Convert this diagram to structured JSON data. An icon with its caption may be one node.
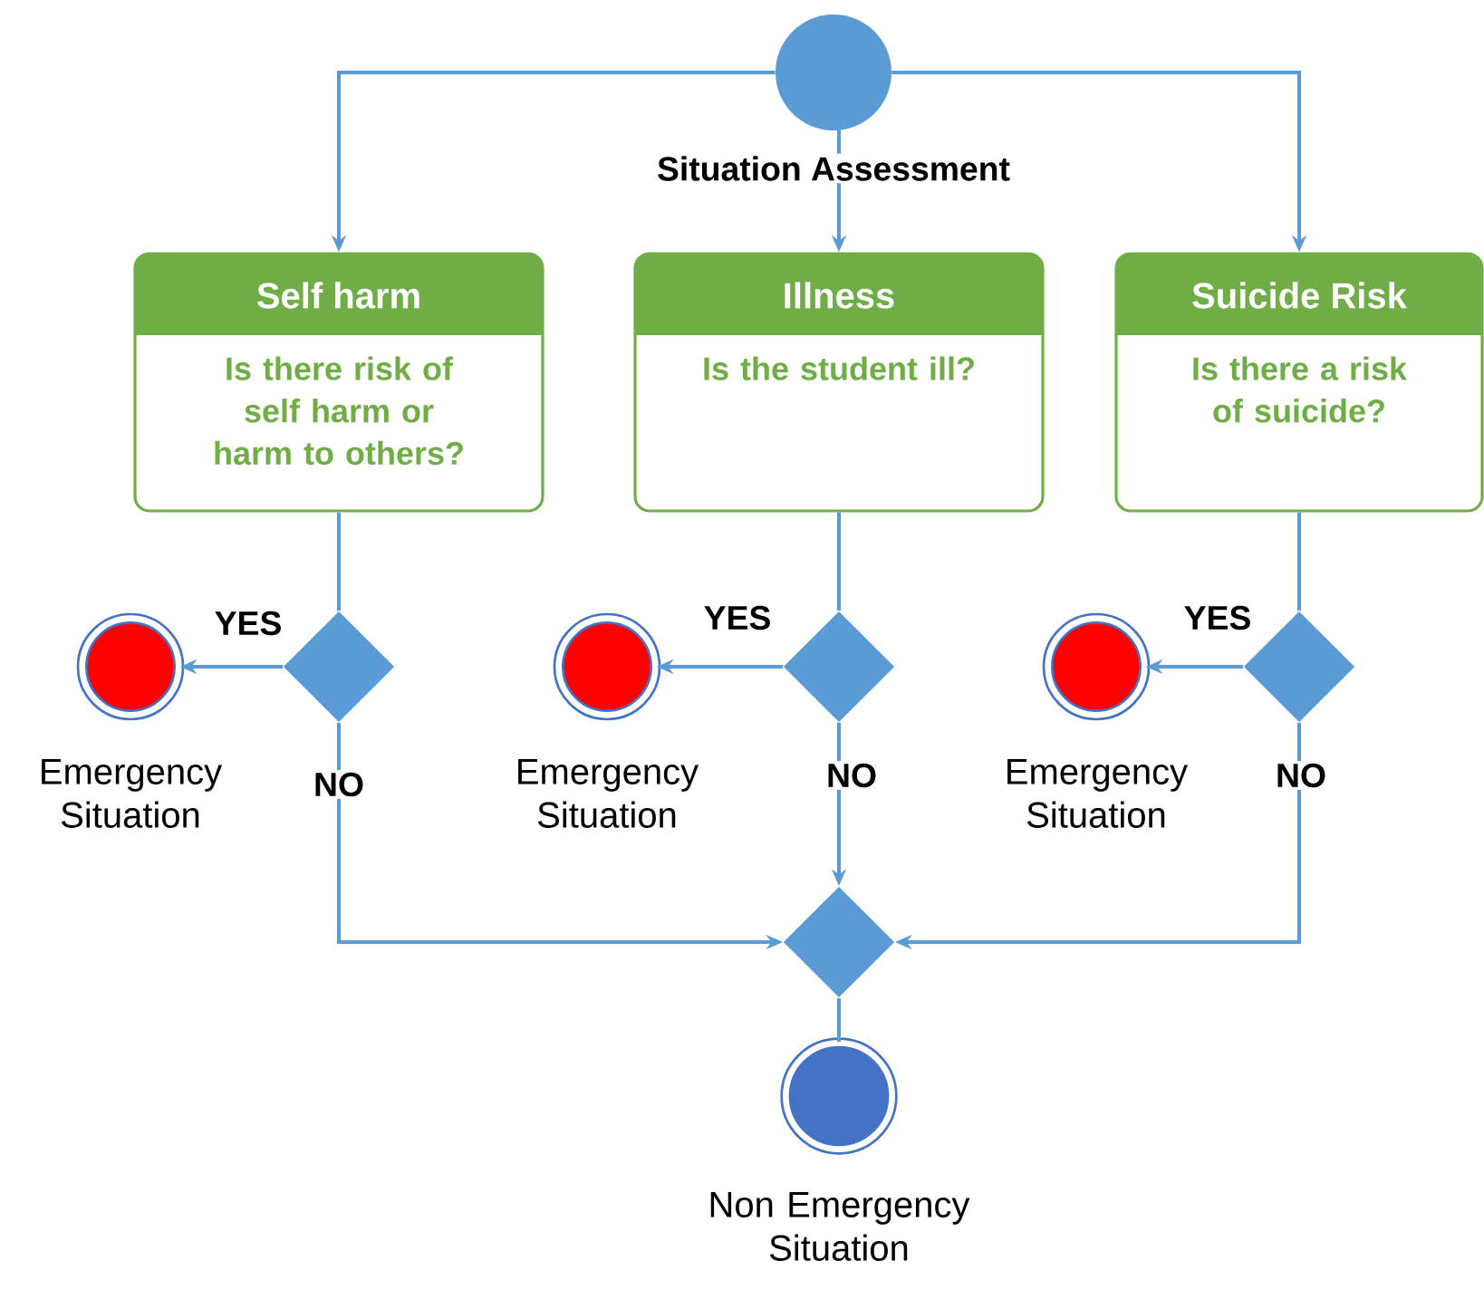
{
  "diagram": {
    "nodes": [
      {
        "text": [],
        "shape": "circle",
        "beside": [
          "Situation Assessment"
        ]
      },
      {
        "text": [
          "Self harm",
          "Is there risk of self harm or harm to others?"
        ]
      },
      {
        "text": [
          "Illness",
          "Is the student ill?"
        ]
      },
      {
        "text": [
          "Suicide Risk",
          "Is there a risk of suicide?"
        ]
      },
      {
        "text": [],
        "shape": "diamond"
      },
      {
        "text": [],
        "shape": "circle",
        "beside": [
          "Emergency Situation"
        ]
      },
      {
        "text": [],
        "shape": "diamond"
      },
      {
        "text": [],
        "shape": "circle",
        "beside": [
          "Emergency Situation"
        ]
      },
      {
        "text": [],
        "shape": "diamond"
      },
      {
        "text": [],
        "shape": "circle",
        "beside": [
          "Emergency Situation"
        ]
      },
      {
        "text": [],
        "shape": "diamond"
      },
      {
        "text": [],
        "shape": "circle",
        "beside": [
          "Non Emergency Situation"
        ]
      }
    ],
    "edges": [
      {
        "from": 0,
        "to": 1,
        "arrow": "to"
      },
      {
        "from": 0,
        "to": 2,
        "arrow": "to"
      },
      {
        "from": 0,
        "to": 3,
        "arrow": "to"
      },
      {
        "from": 1,
        "to": 4,
        "arrow": "none"
      },
      {
        "from": 4,
        "to": 5,
        "arrow": "to",
        "label": "YES"
      },
      {
        "from": 4,
        "to": 10,
        "arrow": "to",
        "label": "NO"
      },
      {
        "from": 2,
        "to": 6,
        "arrow": "none"
      },
      {
        "from": 6,
        "to": 7,
        "arrow": "to",
        "label": "YES"
      },
      {
        "from": 6,
        "to": 10,
        "arrow": "to",
        "label": "NO"
      },
      {
        "from": 3,
        "to": 8,
        "arrow": "none"
      },
      {
        "from": 8,
        "to": 9,
        "arrow": "to",
        "label": "YES"
      },
      {
        "from": 8,
        "to": 10,
        "arrow": "to",
        "label": "NO"
      },
      {
        "from": 10,
        "to": 11,
        "arrow": "none"
      }
    ]
  }
}
